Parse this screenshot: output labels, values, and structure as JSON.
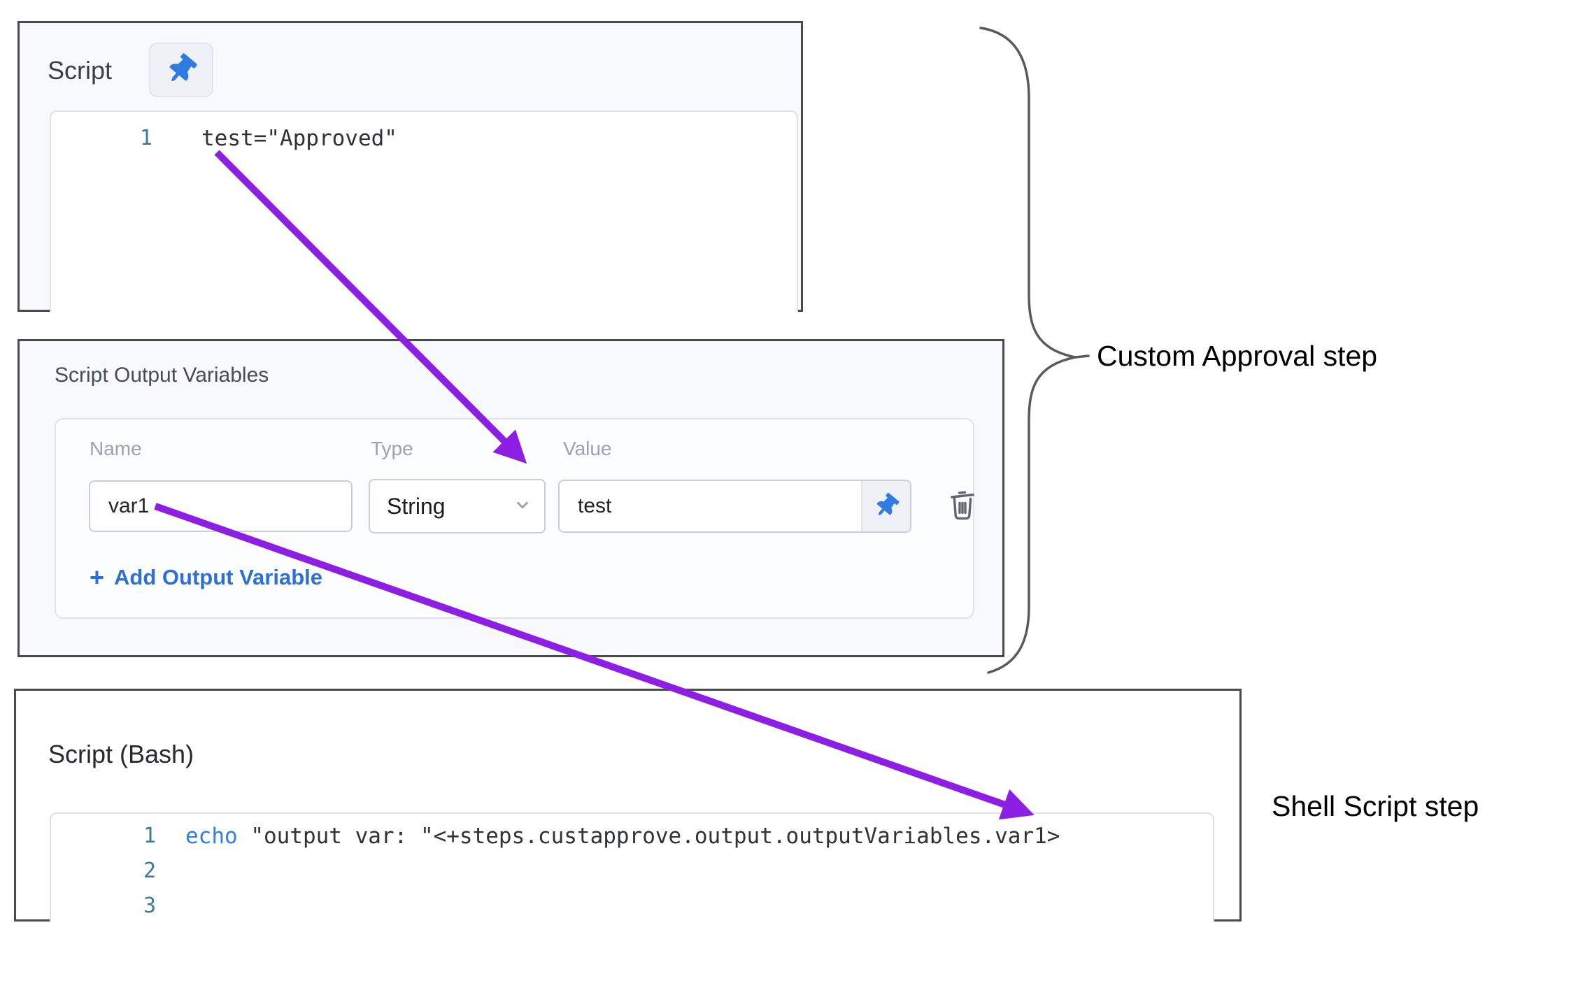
{
  "script_panel": {
    "title": "Script",
    "line1_number": "1",
    "line1_code": "test=\"Approved\""
  },
  "output_variables_panel": {
    "title": "Script Output Variables",
    "columns": {
      "name": "Name",
      "type": "Type",
      "value": "Value"
    },
    "row": {
      "name_value": "var1",
      "type_selected": "String",
      "value_value": "test"
    },
    "add_button": {
      "plus": "+",
      "label": "Add Output Variable"
    }
  },
  "bash_panel": {
    "title": "Script (Bash)",
    "line1_number": "1",
    "line1_keyword": "echo",
    "line1_code": " \"output var: \"<+steps.custapprove.output.outputVariables.var1>",
    "line2_number": "2",
    "line3_number": "3"
  },
  "annotations": {
    "custom_approval_label": "Custom Approval step",
    "shell_script_label": "Shell Script step"
  },
  "icons": {
    "pin": "pushpin-icon",
    "trash": "trash-icon",
    "chevron": "chevron-down-icon"
  },
  "colors": {
    "arrow_purple": "#8d1ee3",
    "pin_blue": "#2e7ce2",
    "link_blue": "#2e6fd6",
    "keyword_blue": "#2e7ef0",
    "line_number_blue": "#3d7a98",
    "box_border": "#4a4a4a",
    "panel_tint": "#f7f9fc"
  }
}
